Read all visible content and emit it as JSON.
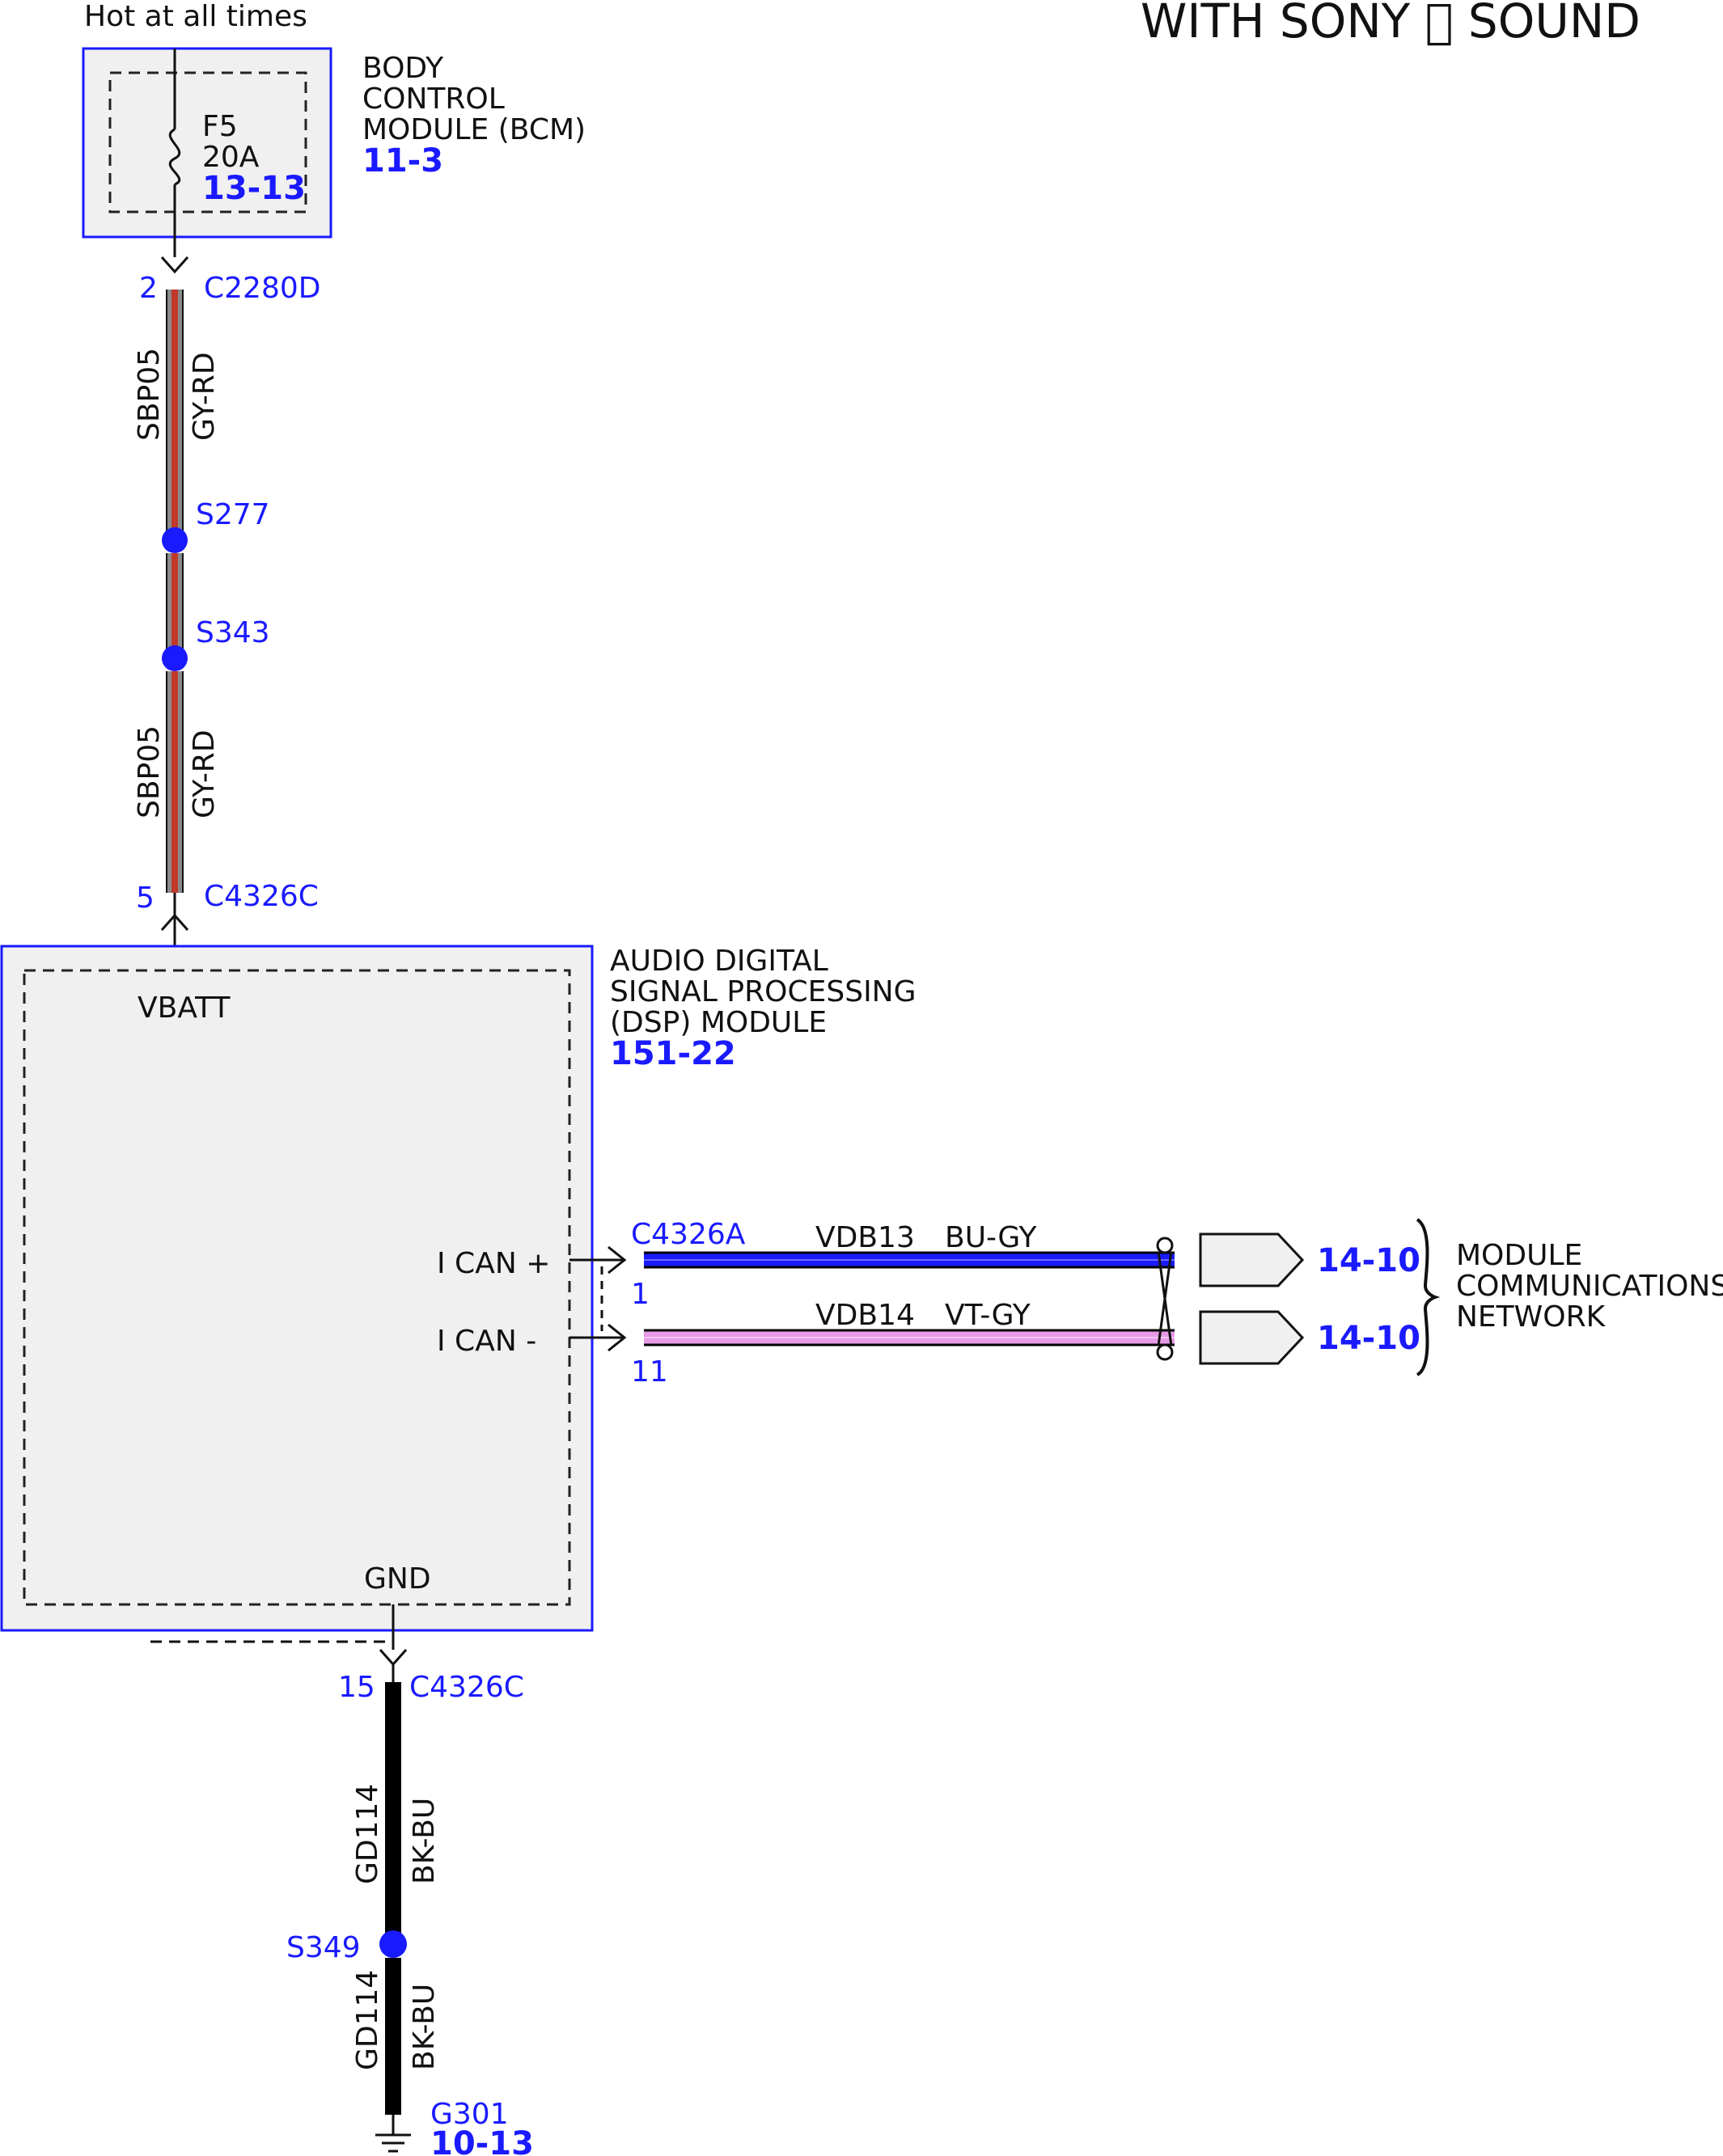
{
  "header": {
    "hot_label": "Hot at all times",
    "title": "WITH SONY \u0000 SOUND"
  },
  "bcm": {
    "name_lines": [
      "BODY",
      "CONTROL",
      "MODULE (BCM)"
    ],
    "ref": "11-3",
    "fuse_id": "F5",
    "fuse_rating": "20A",
    "fuse_ref": "13-13"
  },
  "power_circuit": {
    "connector_top": {
      "pin": "2",
      "id": "C2280D"
    },
    "segment1": {
      "circuit": "SBP05",
      "color": "GY-RD"
    },
    "splice1": "S277",
    "splice2": "S343",
    "segment2": {
      "circuit": "SBP05",
      "color": "GY-RD"
    },
    "connector_bottom": {
      "pin": "5",
      "id": "C4326C"
    }
  },
  "dsp": {
    "name_lines": [
      "AUDIO DIGITAL",
      "SIGNAL PROCESSING",
      "(DSP) MODULE"
    ],
    "ref": "151-22",
    "vbatt": "VBATT",
    "ican_plus": "I CAN +",
    "ican_minus": "I CAN -",
    "gnd": "GND"
  },
  "can_bus": {
    "connector": "C4326A",
    "plus": {
      "pin": "1",
      "circuit": "VDB13",
      "color": "BU-GY",
      "ref": "14-10"
    },
    "minus": {
      "pin": "11",
      "circuit": "VDB14",
      "color": "VT-GY",
      "ref": "14-10"
    },
    "network_lines": [
      "MODULE",
      "COMMUNICATIONS",
      "NETWORK"
    ]
  },
  "ground_circuit": {
    "connector": {
      "pin": "15",
      "id": "C4326C"
    },
    "segment1": {
      "circuit": "GD114",
      "color": "BK-BU"
    },
    "splice": "S349",
    "segment2": {
      "circuit": "GD114",
      "color": "BK-BU"
    },
    "ground": {
      "id": "G301",
      "ref": "10-13"
    }
  },
  "colors": {
    "module_border": "#1a1aff",
    "module_fill": "#f0f0f0",
    "wire_gy_rd_outer": "#8a8a8a",
    "wire_gy_rd_inner": "#c0392b",
    "wire_bu_gy": "#1a1aff",
    "wire_vt_gy": "#e69ae6",
    "wire_bk_bu": "#000000",
    "splice_dot": "#1a1aff"
  }
}
